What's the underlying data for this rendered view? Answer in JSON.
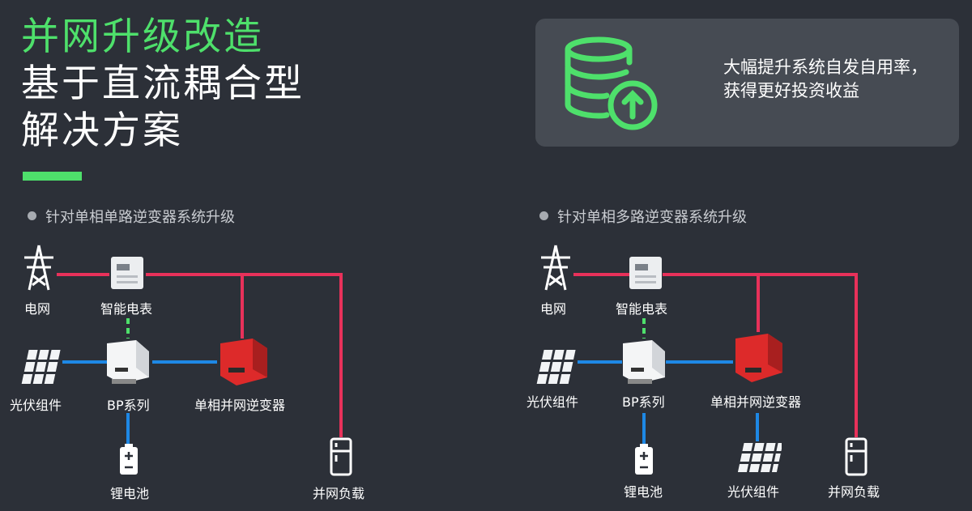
{
  "header": {
    "title_line1": "并网升级改造",
    "title_line2": "基于直流耦合型",
    "title_line3": "解决方案"
  },
  "feature": {
    "icon": "database-upload-icon",
    "text": "大幅提升系统自发自用率，获得更好投资收益"
  },
  "colors": {
    "background": "#2c3038",
    "accent_green": "#4ee06b",
    "ac_line": "#e8315a",
    "dc_line": "#1e88e5",
    "comm_line": "#4ee06b",
    "inverter_red": "#dd2a2a"
  },
  "left_diagram": {
    "heading": "针对单相单路逆变器系统升级",
    "grid": "电网",
    "meter": "智能电表",
    "pv": "光伏组件",
    "bp": "BP系列",
    "inverter": "单相并网逆变器",
    "battery": "锂电池",
    "load": "并网负载"
  },
  "right_diagram": {
    "heading": "针对单相多路逆变器系统升级",
    "grid": "电网",
    "meter": "智能电表",
    "pv": "光伏组件",
    "bp": "BP系列",
    "inverter": "单相并网逆变器",
    "battery": "锂电池",
    "pv2": "光伏组件",
    "load": "并网负载"
  }
}
